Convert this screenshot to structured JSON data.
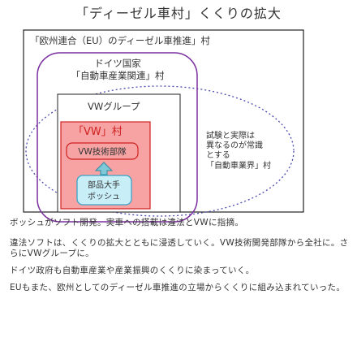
{
  "title": "「ディーゼル車村」くくりの拡大",
  "diagram": {
    "outer_label": "「欧州連合（EU）のディーゼル車推進」村",
    "germany_label_1": "ドイツ国家",
    "germany_label_2": "「自動車産業関連」村",
    "vw_group_label": "VWグループ",
    "vw_village_label": "「VW」村",
    "vw_tech_label": "VW技術部隊",
    "supplier_label_1": "部品大手",
    "supplier_label_2": "ボッシュ",
    "side_note": [
      "試験と実際は",
      "異なるのが常識",
      "とする",
      "「自動車業界」村"
    ],
    "colors": {
      "purple": "#7a2ea0",
      "red": "#d02020",
      "pink_fill": "#f7a3a3",
      "cyan": "#3aa3c8",
      "dotted": "#4a4ab0"
    }
  },
  "captions": [
    "ボッシュがソフト開発。実車への搭載は違法とVWに指摘。",
    "違法ソフトは、くくりの拡大とともに浸透していく。VW技術開発部隊から全社に。さらにVWグループに。",
    "ドイツ政府も自動車産業や産業振興のくくりに染まっていく。",
    "EUもまた、欧州としてのディーゼル車推進の立場からくくりに組み込まれていった。"
  ]
}
